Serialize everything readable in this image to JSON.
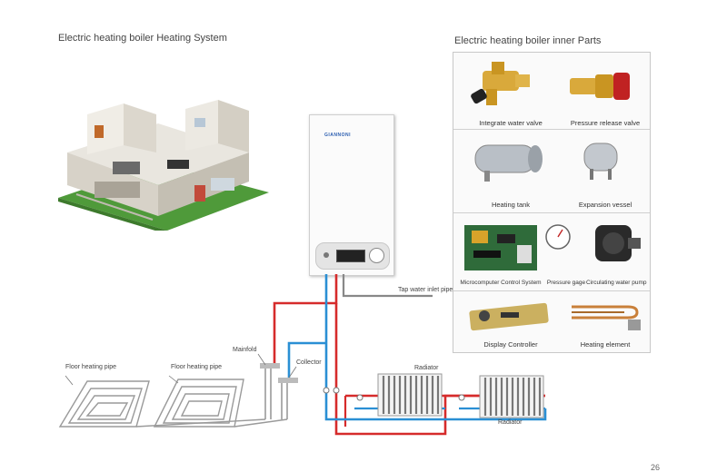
{
  "left_title": "Electric heating boiler Heating System",
  "right_title": "Electric heating boiler inner Parts",
  "parts": {
    "row1": [
      "Integrate water valve",
      "Pressure release valve"
    ],
    "row2": [
      "Heating tank",
      "Expansion vessel"
    ],
    "row3": [
      "Microcomputer Control System",
      "Pressure gage",
      "Circulating water pump"
    ],
    "row4": [
      "Display Controller",
      "Heating element"
    ]
  },
  "diagram_labels": {
    "tap_water": "Tap water inlet pipe",
    "mainfold": "Mainfold",
    "collector": "Collector",
    "floor_pipe_1": "Floor heating pipe",
    "floor_pipe_2": "Floor heating pipe",
    "radiator_1": "Radiator",
    "radiator_2": "Radiator"
  },
  "boiler_brand": "GIANNONI",
  "page_number": "26",
  "colors": {
    "hot_pipe": "#d62b2b",
    "cold_pipe": "#2a8fd4",
    "grey_pipe": "#888888"
  }
}
